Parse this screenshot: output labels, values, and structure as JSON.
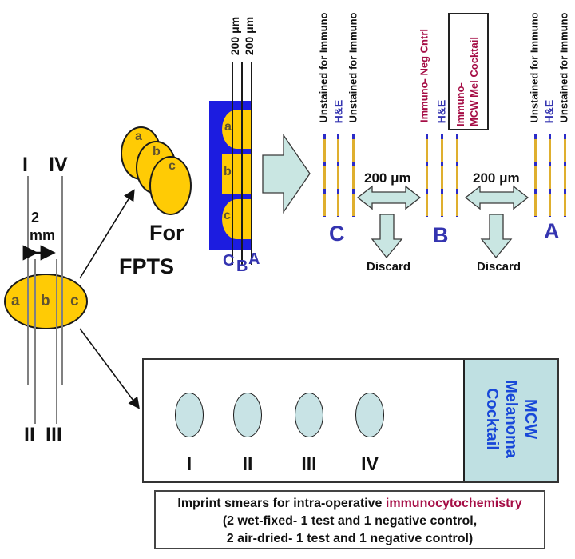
{
  "colors": {
    "block_blue": "#1c1ce0",
    "specimen_yellow": "#ffcb05",
    "teal_fill": "#c9e6e2",
    "imprint_ellipse_fill": "#c8e3e5",
    "panel_teal": "#bfe0e2",
    "crimson": "#a50d45",
    "navy": "#3434b0",
    "mcw_blue": "#1848d8",
    "slide_gold": "#dfaf2e",
    "slide_dash_blue": "#2b2bc8"
  },
  "specimen": {
    "cut_i": "I",
    "cut_iv": "IV",
    "cut_ii": "II",
    "cut_iii": "III",
    "gap_value": "2",
    "gap_unit": "mm",
    "section_a": "a",
    "section_b": "b",
    "section_c": "c"
  },
  "fpts": {
    "label_a": "a",
    "label_b": "b",
    "label_c": "c",
    "caption_line1": "For",
    "caption_line2": "FPTS"
  },
  "block": {
    "depth1": "200 μm",
    "depth2": "200 μm",
    "label_a": "a",
    "label_b": "b",
    "label_c": "c",
    "cut_c": "C",
    "cut_b": "B",
    "cut_a": "A"
  },
  "slides": {
    "c": {
      "letter": "C",
      "s1": "Unstained for Immuno",
      "s2": "H&E",
      "s3": "Unstained for Immuno"
    },
    "b": {
      "letter": "B",
      "s1": "Immuno- Neg Cntrl",
      "s2": "H&E",
      "s3_line1": "Immuno-",
      "s3_line2": "MCW Mel Cocktail"
    },
    "a": {
      "letter": "A",
      "s1": "Unstained for Immuno",
      "s2": "H&E",
      "s3": "Unstained for Immuno"
    }
  },
  "gaps": {
    "gap1_label": "200 μm",
    "gap1_discard": "Discard",
    "gap2_label": "200 μm",
    "gap2_discard": "Discard"
  },
  "imprint": {
    "smear1": "I",
    "smear2": "II",
    "smear3": "III",
    "smear4": "IV",
    "panel_line1": "MCW",
    "panel_line2": "Melanoma",
    "panel_line3": "Cocktail"
  },
  "caption": {
    "line1_prefix": "Imprint smears for intra-operative ",
    "line1_highlight": "immunocytochemistry",
    "line2": "(2 wet-fixed- 1 test and 1 negative control,",
    "line3": "2 air-dried- 1 test and 1 negative control)"
  }
}
